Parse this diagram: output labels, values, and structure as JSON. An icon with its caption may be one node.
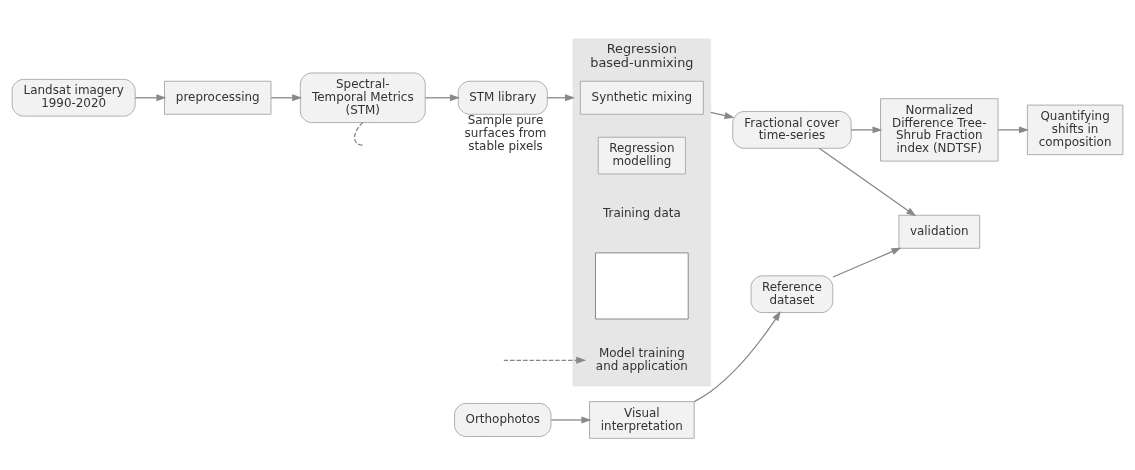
{
  "diagram": {
    "nodes": [
      {
        "text": [
          "Landsat imagery 1990-2020"
        ]
      },
      {
        "text": [
          "preprocessing"
        ]
      },
      {
        "text": [
          "Spectral-Temporal Metrics (STM)"
        ]
      },
      {
        "text": [
          "STM library"
        ],
        "beside": [
          "Sample pure surfaces from stable pixels"
        ]
      },
      {
        "text": [
          "Regression based-unmixing"
        ]
      },
      {
        "text": [
          "Synthetic mixing"
        ],
        "in": 4
      },
      {
        "text": [
          "Regression modelling"
        ],
        "in": 4
      },
      {
        "text": [
          "Training data"
        ],
        "in": 4
      },
      {
        "text": [],
        "shape": "box",
        "in": 4
      },
      {
        "text": [
          "Model training and application"
        ],
        "in": 4
      },
      {
        "text": [
          "Orthophotos"
        ]
      },
      {
        "text": [
          "Visual interpretation"
        ]
      },
      {
        "text": [
          "Reference dataset"
        ]
      },
      {
        "text": [
          "validation"
        ]
      },
      {
        "text": [
          "Fractional cover time-series"
        ]
      },
      {
        "text": [
          "Normalized Difference Tree-Shrub Fraction index (NDTSF)"
        ]
      },
      {
        "text": [
          "Quantifying shifts in composition"
        ]
      }
    ],
    "edges": [
      {
        "from": 0,
        "to": 1,
        "arrow": "to"
      },
      {
        "from": 1,
        "to": 2,
        "arrow": "to"
      },
      {
        "from": 2,
        "to": 3,
        "arrow": "to"
      },
      {
        "from": 2,
        "to": null,
        "arrow": "none",
        "style": "dashed"
      },
      {
        "from": 3,
        "to": 4,
        "arrow": "to"
      },
      {
        "from": null,
        "to": 9,
        "arrow": "to",
        "style": "dashed"
      },
      {
        "from": 4,
        "to": 14,
        "arrow": "to"
      },
      {
        "from": 10,
        "to": 11,
        "arrow": "to"
      },
      {
        "from": 11,
        "to": 12,
        "arrow": "to"
      },
      {
        "from": 12,
        "to": 13,
        "arrow": "to"
      },
      {
        "from": 14,
        "to": 13,
        "arrow": "to"
      },
      {
        "from": 14,
        "to": 15,
        "arrow": "to"
      },
      {
        "from": 15,
        "to": 16,
        "arrow": "to"
      }
    ]
  }
}
